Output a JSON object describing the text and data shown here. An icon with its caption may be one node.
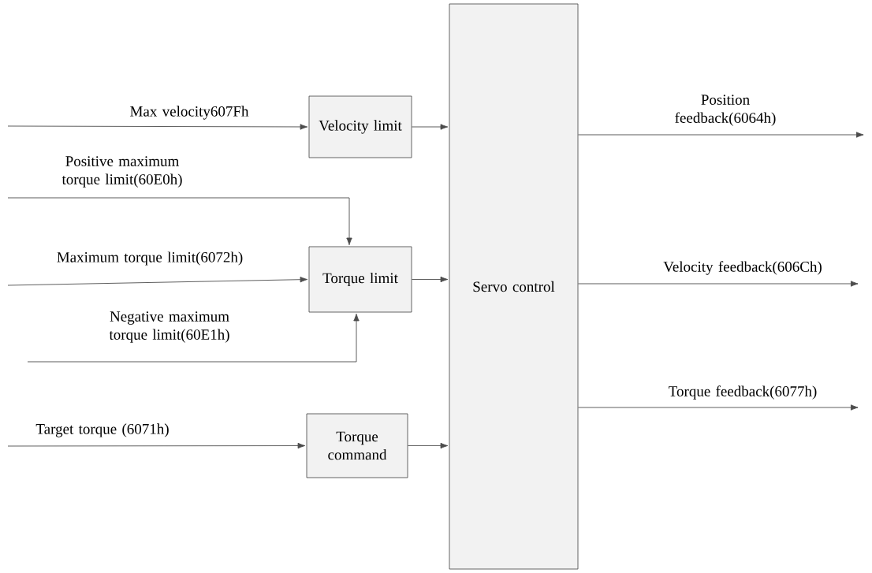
{
  "diagram": {
    "nodes": [
      {
        "text": [
          "Velocity limit"
        ]
      },
      {
        "text": [
          "Torque limit"
        ]
      },
      {
        "text": [
          "Torque command"
        ]
      },
      {
        "text": [
          "Servo control"
        ]
      }
    ],
    "edges": [
      {
        "from": null,
        "to": 0,
        "arrow": "to",
        "label": "Max velocity607Fh"
      },
      {
        "from": null,
        "to": 1,
        "arrow": "to",
        "label": "Positive maximum torque limit(60E0h)"
      },
      {
        "from": null,
        "to": 1,
        "arrow": "to",
        "label": "Maximum torque limit(6072h)"
      },
      {
        "from": null,
        "to": 1,
        "arrow": "to",
        "label": "Negative maximum torque limit(60E1h)"
      },
      {
        "from": null,
        "to": 2,
        "arrow": "to",
        "label": "Target torque (6071h)"
      },
      {
        "from": 0,
        "to": 3,
        "arrow": "to"
      },
      {
        "from": 1,
        "to": 3,
        "arrow": "to"
      },
      {
        "from": 2,
        "to": 3,
        "arrow": "to"
      },
      {
        "from": 3,
        "to": null,
        "arrow": "to",
        "label": "Position feedback(6064h)"
      },
      {
        "from": 3,
        "to": null,
        "arrow": "to",
        "label": "Velocity feedback(606Ch)"
      },
      {
        "from": 3,
        "to": null,
        "arrow": "to",
        "label": "Torque feedback(6077h)"
      }
    ]
  }
}
